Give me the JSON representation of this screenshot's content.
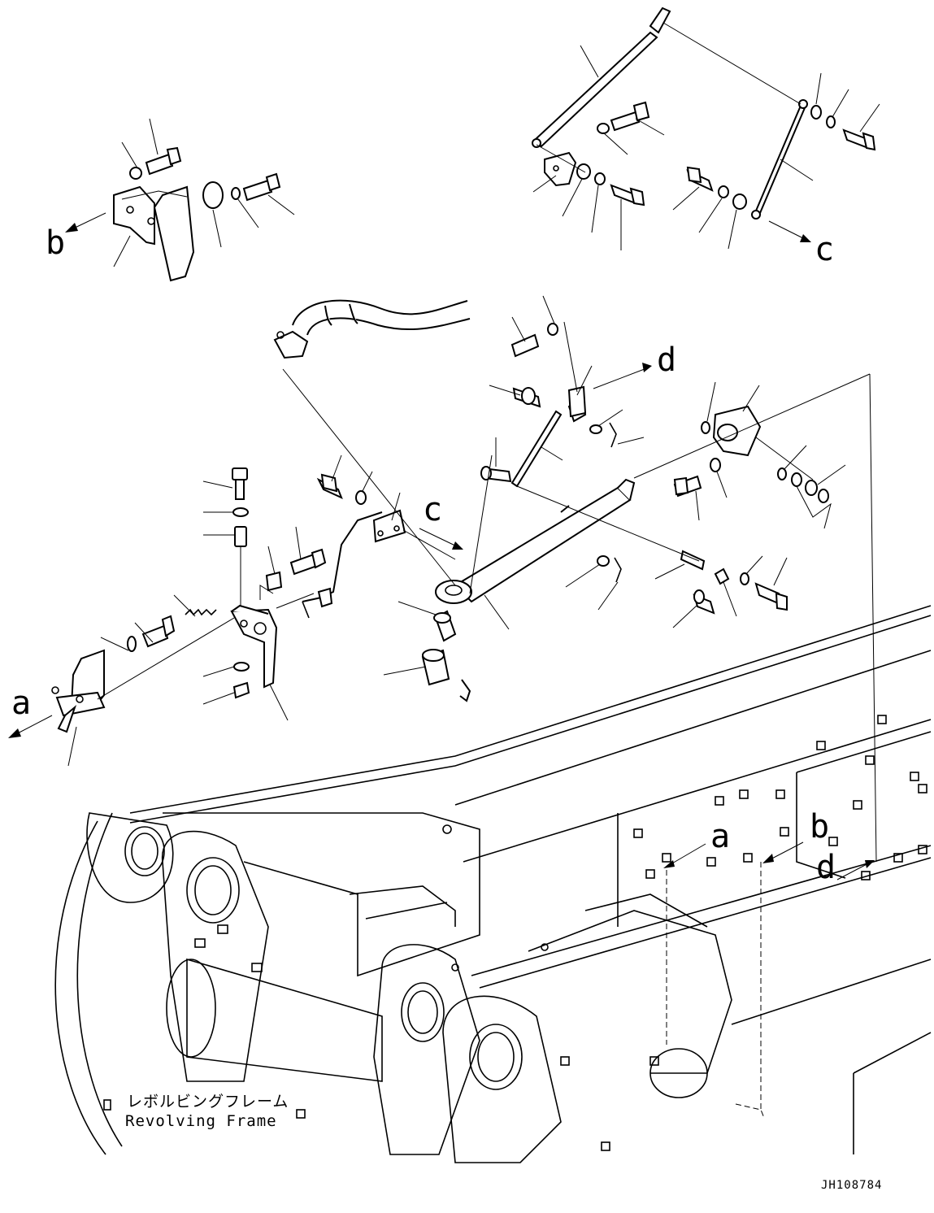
{
  "labels": {
    "a": "a",
    "b": "b",
    "c": "c",
    "d": "d"
  },
  "frame_caption_ja": "レボルビングフレーム",
  "frame_caption_en": "Revolving Frame",
  "drawing_number": "JH108784",
  "colors": {
    "ink": "#000000",
    "paper": "#ffffff"
  }
}
